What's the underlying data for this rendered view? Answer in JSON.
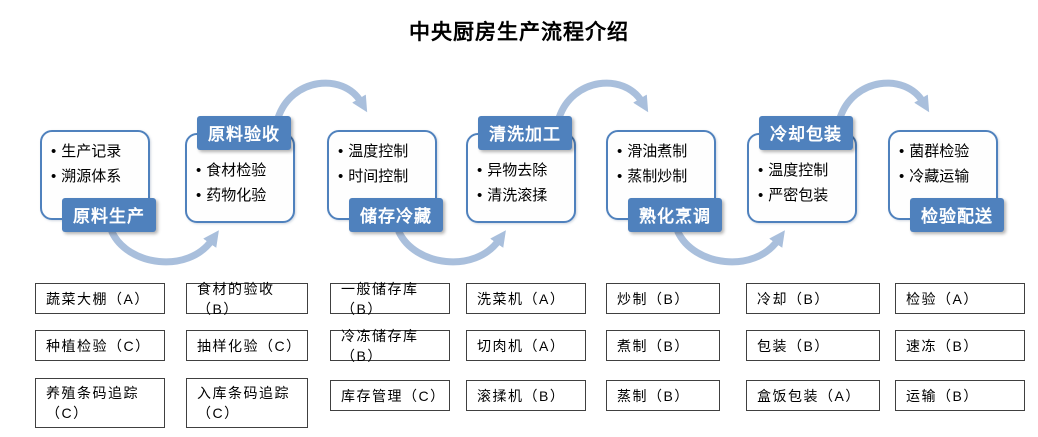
{
  "title": "中央厨房生产流程介绍",
  "stages": [
    {
      "label": "原料生产",
      "label_pos": "bottom",
      "bullets": [
        "生产记录",
        "溯源体系"
      ]
    },
    {
      "label": "原料验收",
      "label_pos": "top",
      "bullets": [
        "食材检验",
        "药物化验"
      ]
    },
    {
      "label": "储存冷藏",
      "label_pos": "bottom",
      "bullets": [
        "温度控制",
        "时间控制"
      ]
    },
    {
      "label": "清洗加工",
      "label_pos": "top",
      "bullets": [
        "异物去除",
        "清洗滚揉"
      ]
    },
    {
      "label": "熟化烹调",
      "label_pos": "bottom",
      "bullets": [
        "滑油煮制",
        "蒸制炒制"
      ]
    },
    {
      "label": "冷却包装",
      "label_pos": "top",
      "bullets": [
        "温度控制",
        "严密包装"
      ]
    },
    {
      "label": "检验配送",
      "label_pos": "bottom",
      "bullets": [
        "菌群检验",
        "冷藏运输"
      ]
    }
  ],
  "facilities": {
    "columns": [
      [
        "蔬菜大棚（A）",
        "种植检验（C）",
        "养殖条码追踪（C）"
      ],
      [
        "食材的验收（B）",
        "抽样化验（C）",
        "入库条码追踪（C）"
      ],
      [
        "一般储存库（B）",
        "冷冻储存库（B）",
        "库存管理（C）"
      ],
      [
        "洗菜机（A）",
        "切肉机（A）",
        "滚揉机（B）"
      ],
      [
        "炒制（B）",
        "煮制（B）",
        "蒸制（B）"
      ],
      [
        "冷却（B）",
        "包装（B）",
        "盒饭包装（A）"
      ],
      [
        "检验（A）",
        "速冻（B）",
        "运输（B）"
      ]
    ]
  },
  "colors": {
    "label_bg": "#4f81bd",
    "card_border": "#4f81bd",
    "arrow": "#a9bfdc",
    "box_border": "#404040",
    "text": "#1a1a1a"
  }
}
